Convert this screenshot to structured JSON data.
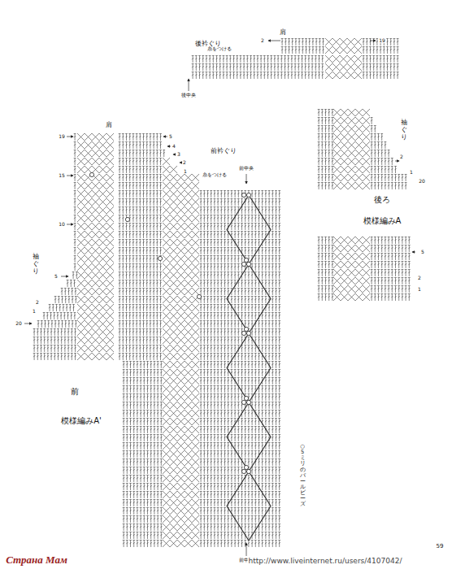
{
  "diagram": {
    "labels": [
      "肩",
      "後衿ぐり",
      "2",
      "19",
      "糸をつける",
      "後中央",
      "袖ぐり",
      "2",
      "1",
      "20",
      "後ろ",
      "模様編みA",
      "5",
      "2",
      "1",
      "肩",
      "19",
      "5",
      "4",
      "3",
      "2",
      "1",
      "糸をつける",
      "前衿ぐり",
      "前中央",
      "15",
      "10",
      "袖ぐり",
      "5",
      "2",
      "1",
      "20",
      "前",
      "模様編みA'",
      "○5ミリのパールビーズ",
      "前中央",
      "59",
      "Страна Мам",
      "http://www.liveinternet.ru/users/4107042/"
    ]
  }
}
